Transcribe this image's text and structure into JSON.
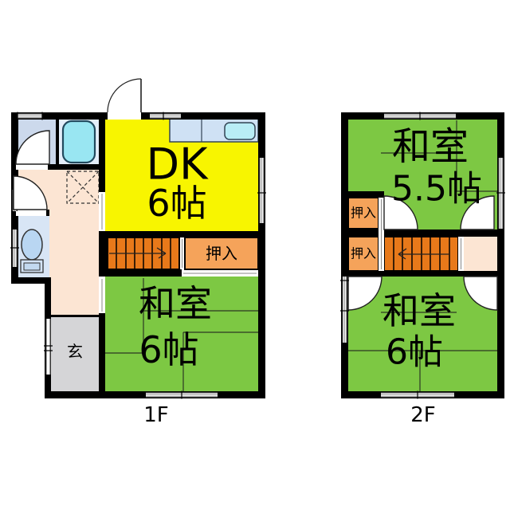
{
  "colors": {
    "wall": "#000000",
    "tatami_green": "#7dc843",
    "dk_yellow": "#f8f500",
    "stairs_orange": "#e8791a",
    "closet_orange": "#f5a35a",
    "hall_peach": "#fce5d3",
    "entry_gray": "#d5d5d7",
    "washroom_blue": "#ccd9ec",
    "bath_blue": "#e4eef9",
    "toilet_blue": "#d8e5f5",
    "counter_blue": "#cfe1f4",
    "fixture_cyan": "#99e6f2",
    "sink_cyan": "#b9edf6",
    "toilet_bowl_blue": "#b9d6f2"
  },
  "floor1": {
    "label": "1F",
    "dk_name": "DK",
    "dk_size": "6帖",
    "washitsu_name": "和室",
    "washitsu_size": "6帖",
    "closet_label": "押入",
    "entrance_label": "玄"
  },
  "floor2": {
    "label": "2F",
    "washitsu_small_name": "和室",
    "washitsu_small_size": "5.5帖",
    "washitsu_name": "和室",
    "washitsu_size": "6帖",
    "closet_upper_label": "押入",
    "closet_lower_label": "押入"
  }
}
